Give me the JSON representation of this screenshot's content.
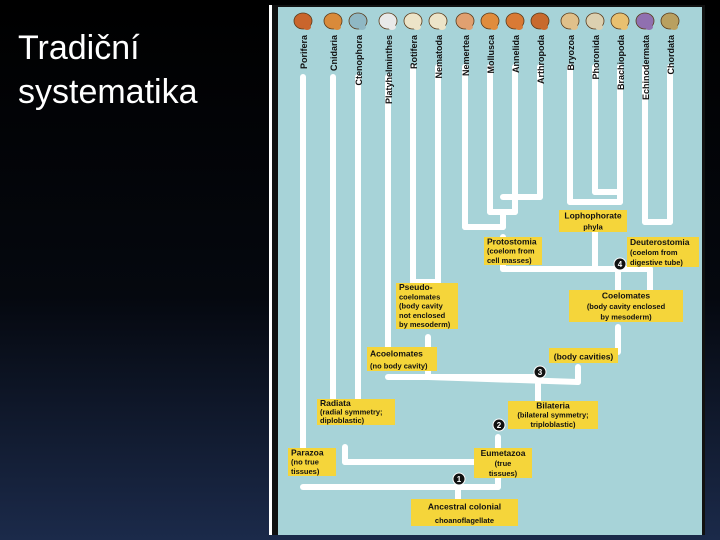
{
  "slide": {
    "title_line1": "Tradiční",
    "title_line2": "systematika"
  },
  "phyla": [
    "Porifera",
    "Cnidaria",
    "Ctenophora",
    "Platyhelminthes",
    "Rotifera",
    "Nematoda",
    "Nemertea",
    "Mollusca",
    "Annelida",
    "Arthropoda",
    "Bryozoa",
    "Phoronida",
    "Brachiopoda",
    "Echinodermata",
    "Chordata"
  ],
  "groups": {
    "lophophorate": [
      "Lophophorate",
      "phyla"
    ],
    "protostomia": [
      "Protostomia",
      "(coelom from",
      "cell masses)"
    ],
    "deuterostomia": [
      "Deuterostomia",
      "(coelom from",
      "digestive tube)"
    ],
    "pseudocoelomates": [
      "Pseudo-",
      "coelomates",
      "(body cavity",
      "not enclosed",
      "by mesoderm)"
    ],
    "coelomates": [
      "Coelomates",
      "(body cavity enclosed",
      "by mesoderm)"
    ],
    "acoelomates": [
      "Acoelomates",
      "(no body cavity)"
    ],
    "body_cavities": [
      "(body cavities)"
    ],
    "radiata": [
      "Radiata",
      "(radial symmetry;",
      "diploblastic)"
    ],
    "bilateria": [
      "Bilateria",
      "(bilateral symmetry;",
      "triploblastic)"
    ],
    "parazoa": [
      "Parazoa",
      "(no true",
      "tissues)"
    ],
    "eumetazoa": [
      "Eumetazoa",
      "(true",
      "tissues)"
    ],
    "ancestor": [
      "Ancestral colonial",
      "choanoflagellate"
    ]
  },
  "markers": [
    "1",
    "2",
    "3",
    "4"
  ],
  "colors": {
    "panel": "#a7d3d8",
    "branch": "#ffffff",
    "label_fill": "#f5d53a",
    "marker_fill": "#111111"
  }
}
